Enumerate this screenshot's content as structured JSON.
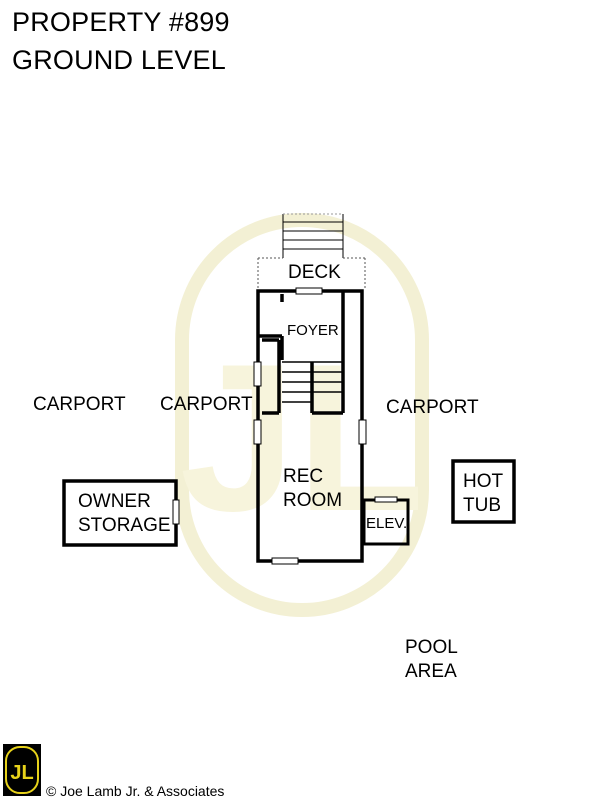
{
  "title": {
    "line1": "PROPERTY #899",
    "line2": "GROUND LEVEL"
  },
  "rooms": {
    "deck": "DECK",
    "foyer": "FOYER",
    "rec_room_line1": "REC",
    "rec_room_line2": "ROOM",
    "elevator": "ELEV.",
    "owner_storage_line1": "OWNER",
    "owner_storage_line2": "STORAGE",
    "hot_tub_line1": "HOT",
    "hot_tub_line2": "TUB"
  },
  "areas": {
    "carport_left": "CARPORT",
    "carport_center": "CARPORT",
    "carport_right": "CARPORT",
    "pool_line1": "POOL",
    "pool_line2": "AREA"
  },
  "footer": {
    "logo_text": "JL",
    "copyright": "© Joe Lamb Jr. & Associates"
  },
  "colors": {
    "wall": "#000000",
    "watermark": "#f6f3d8",
    "logo_bg": "#000000",
    "logo_letters": "#e7d21a"
  }
}
